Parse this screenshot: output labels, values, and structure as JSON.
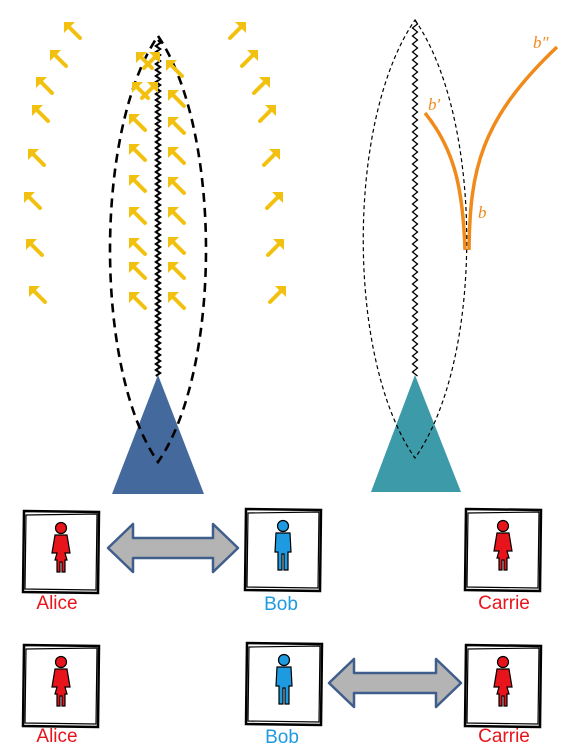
{
  "colors": {
    "yellow_arrow": "#f2c10f",
    "left_triangle": "#44699c",
    "right_triangle": "#3d9aa8",
    "orange_line": "#f08a1a",
    "alice": "#e8141c",
    "bob": "#1e9be0",
    "carrie": "#e8141c",
    "double_arrow_fill": "#b4b4b4",
    "double_arrow_stroke": "#3f5e8c"
  },
  "branch_labels": {
    "b": "b",
    "b_prime": "b′",
    "b_double_prime": "b″"
  },
  "people": {
    "row1": {
      "alice": "Alice",
      "bob": "Bob",
      "carrie": "Carrie"
    },
    "row2": {
      "alice": "Alice",
      "bob": "Bob",
      "carrie": "Carrie"
    }
  },
  "icons": {
    "female": "female-person-icon",
    "male": "male-person-icon",
    "double_arrow": "double-headed-arrow-icon"
  }
}
